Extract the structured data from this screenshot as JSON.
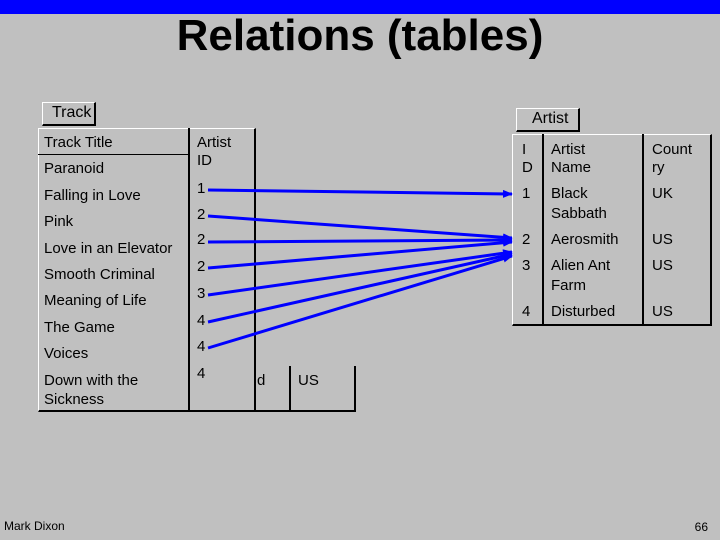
{
  "title": "Relations (tables)",
  "footer": {
    "author": "Mark Dixon",
    "page": "66"
  },
  "track_table": {
    "tab_label": "Track",
    "headers": [
      "Track Title",
      "Artist ID"
    ],
    "rows": [
      [
        "Paranoid",
        ""
      ],
      [
        "Falling in Love",
        "1"
      ],
      [
        "Pink",
        "2"
      ],
      [
        "Love in an Elevator",
        "2"
      ],
      [
        "Smooth Criminal",
        "2"
      ],
      [
        "Meaning of Life",
        "3"
      ],
      [
        "The Game",
        "4"
      ],
      [
        "Voices",
        "4"
      ],
      [
        "Down with the Sickness",
        "4"
      ]
    ],
    "artist_id_header_line1": "Artist",
    "artist_id_header_line2": "ID"
  },
  "hidden_row_fragment": {
    "text1": "d",
    "text2": "US"
  },
  "artist_table": {
    "tab_label": "Artist",
    "headers": {
      "id_line1": "I",
      "id_line2": "D",
      "name_line1": "Artist",
      "name_line2": "Name",
      "country_line1": "Count",
      "country_line2": "ry"
    },
    "rows": [
      {
        "id": "1",
        "name_line1": "Black",
        "name_line2": "Sabbath",
        "country": "UK"
      },
      {
        "id": "2",
        "name_line1": "Aerosmith",
        "name_line2": "",
        "country": "US"
      },
      {
        "id": "3",
        "name_line1": "Alien Ant",
        "name_line2": "Farm",
        "country": "US"
      },
      {
        "id": "4",
        "name_line1": "Disturbed",
        "name_line2": "",
        "country": "US"
      }
    ]
  },
  "colors": {
    "background": "#c0c0c0",
    "topbar": "#0000ff",
    "arrows": "#0000ff"
  }
}
